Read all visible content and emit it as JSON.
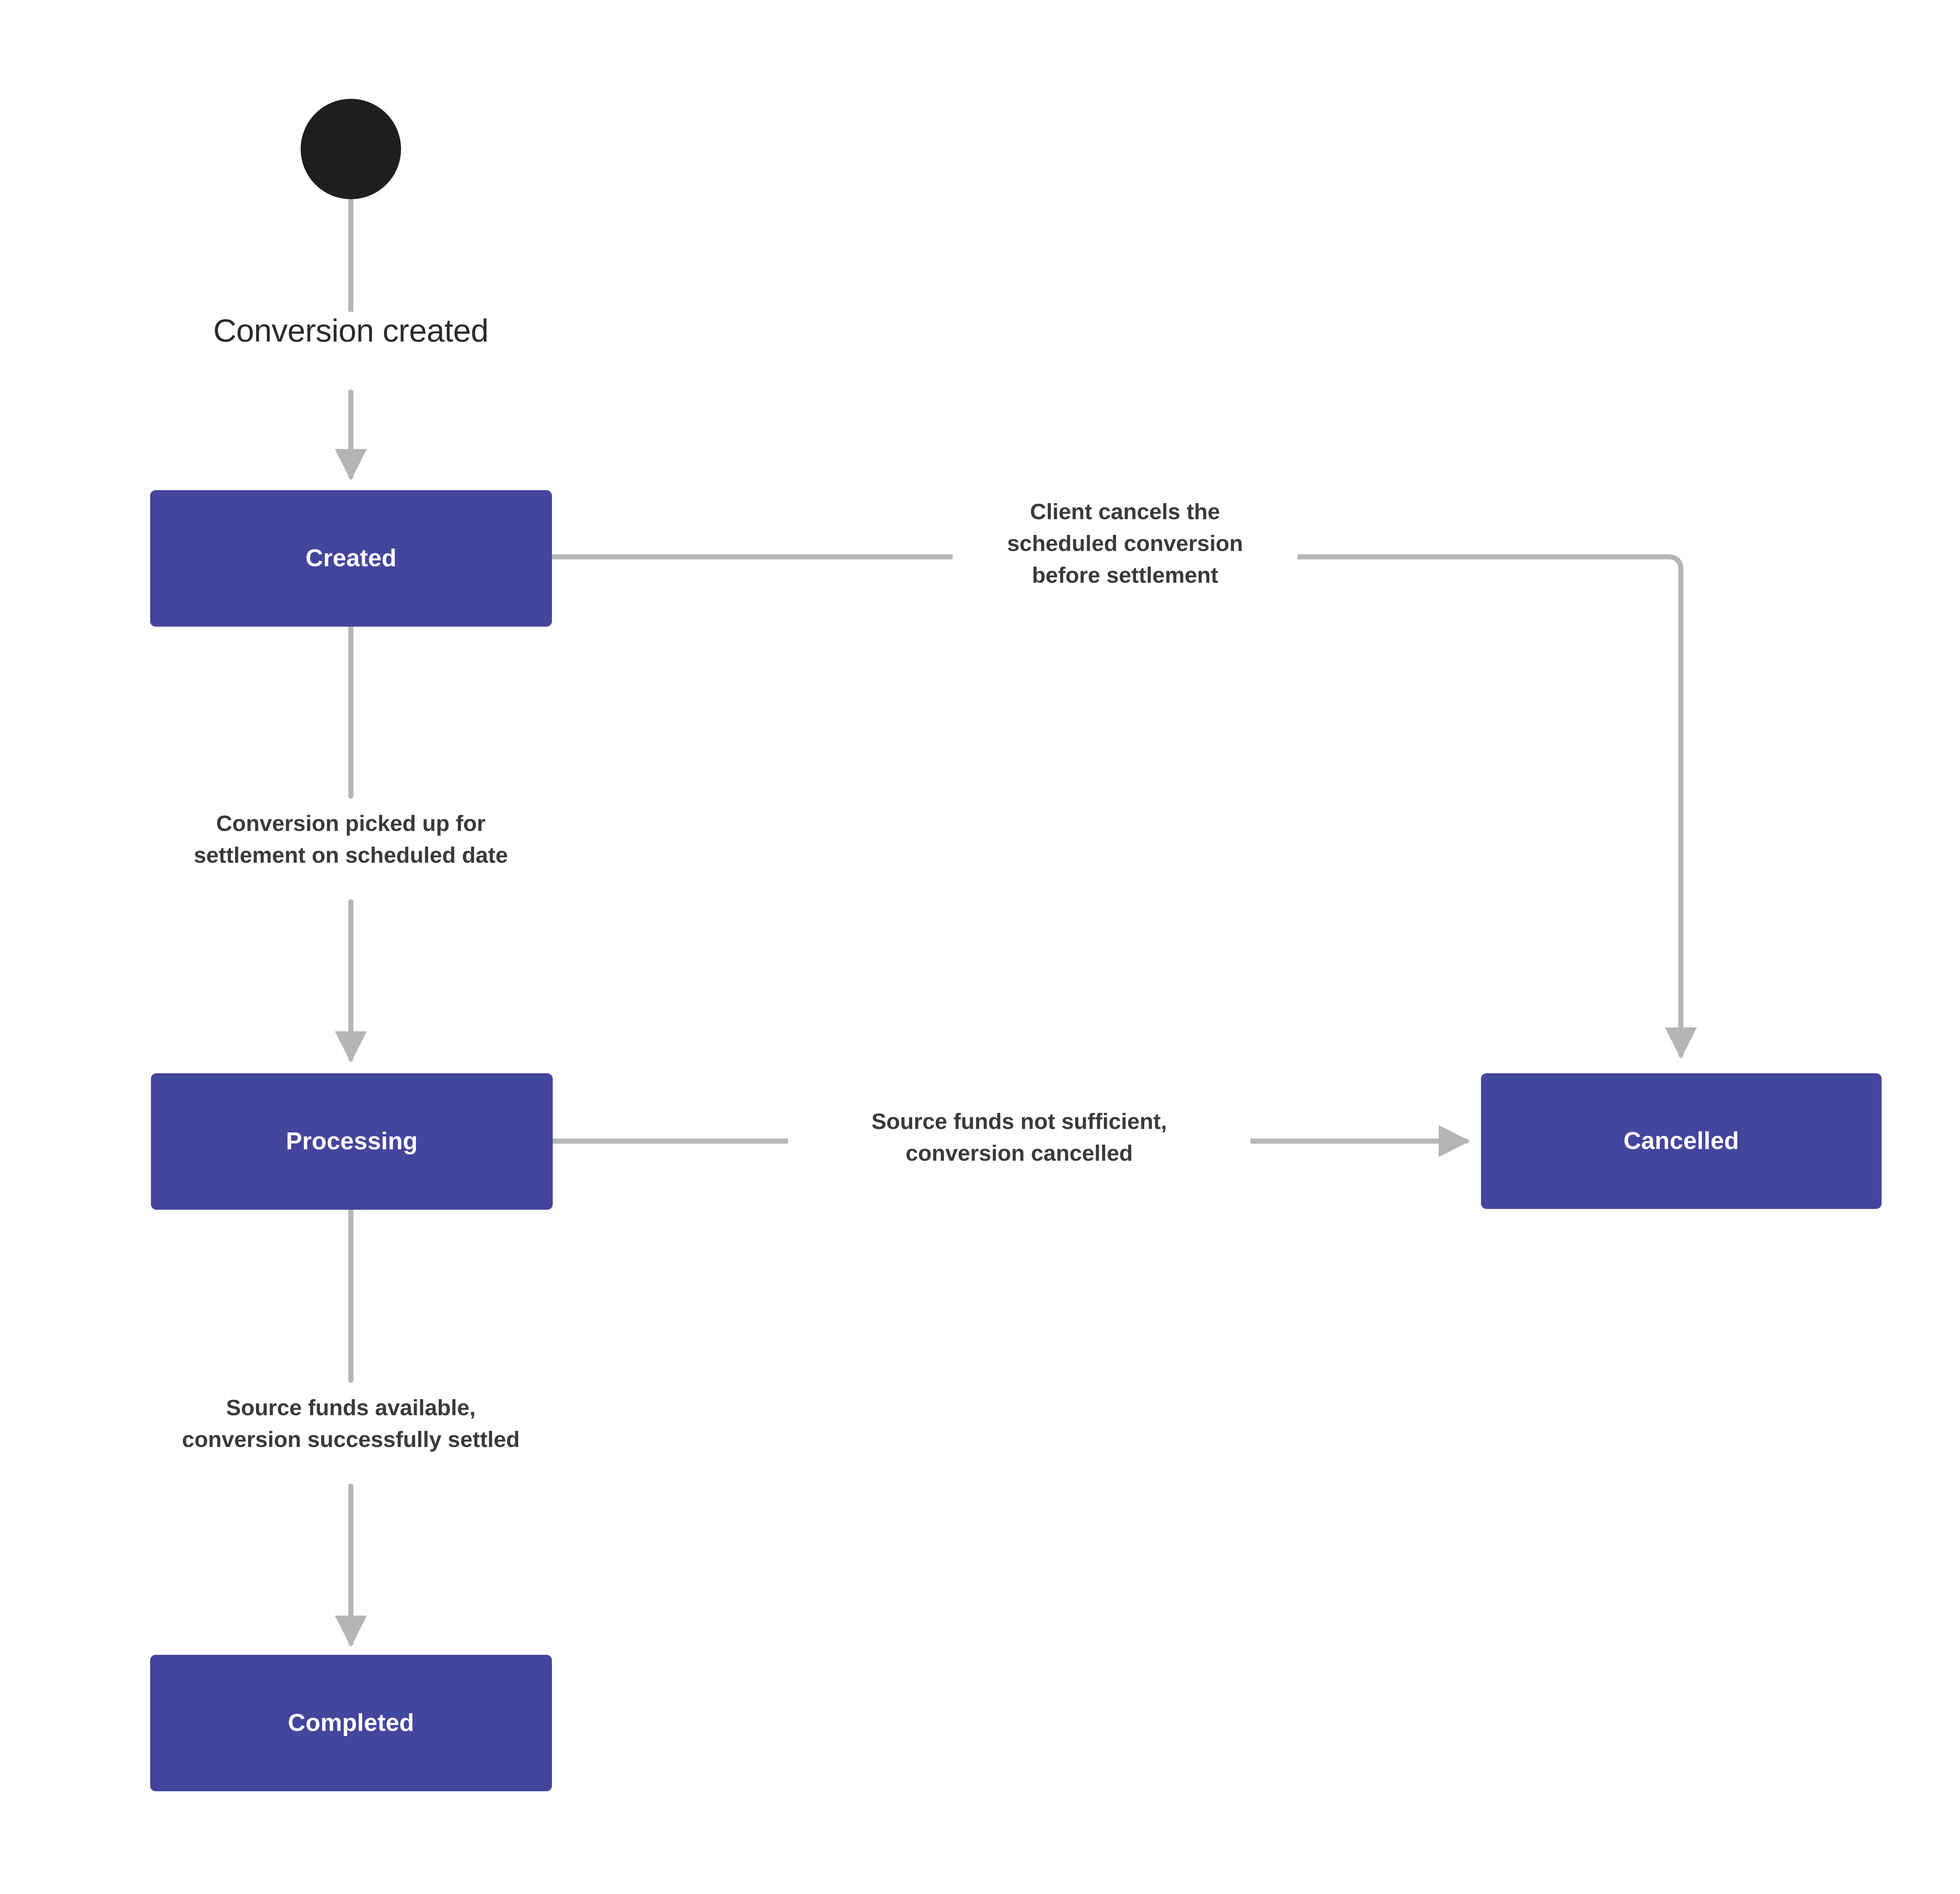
{
  "diagram": {
    "type": "state-machine",
    "title_label": "Conversion created",
    "theme": {
      "canvas_background": "#ffffff",
      "state_fill": "#44459D",
      "state_text": "#ffffff",
      "initial_node_fill": "#1E1E1E",
      "edge_color": "#B5B5B5",
      "edge_label_text": "#3A3A3A"
    },
    "initial_node": {
      "name": "initial-state",
      "shape": "filled-circle"
    },
    "states": [
      {
        "id": "created",
        "label": "Created"
      },
      {
        "id": "processing",
        "label": "Processing"
      },
      {
        "id": "cancelled",
        "label": "Cancelled"
      },
      {
        "id": "completed",
        "label": "Completed"
      }
    ],
    "transitions": [
      {
        "id": "start-to-created",
        "from": "initial",
        "to": "created",
        "label": "Conversion created",
        "label_style": "plain"
      },
      {
        "id": "created-to-cancelled",
        "from": "created",
        "to": "cancelled",
        "label": "Client cancels the\nscheduled conversion\nbefore settlement",
        "label_style": "bold"
      },
      {
        "id": "created-to-processing",
        "from": "created",
        "to": "processing",
        "label": "Conversion picked up for\nsettlement on scheduled date",
        "label_style": "bold"
      },
      {
        "id": "processing-to-cancelled",
        "from": "processing",
        "to": "cancelled",
        "label": "Source funds not sufficient,\nconversion cancelled",
        "label_style": "bold"
      },
      {
        "id": "processing-to-completed",
        "from": "processing",
        "to": "completed",
        "label": "Source funds available,\nconversion successfully settled",
        "label_style": "bold"
      }
    ]
  }
}
